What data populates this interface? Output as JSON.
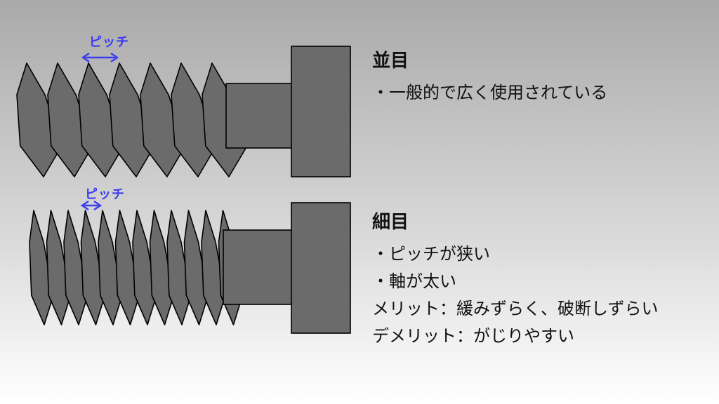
{
  "coarse": {
    "pitch_label": "ピッチ",
    "title": "並目",
    "lines": [
      "・一般的で広く使用されている"
    ]
  },
  "fine": {
    "pitch_label": "ピッチ",
    "title": "細目",
    "lines": [
      "・ピッチが狭い",
      "・軸が太い",
      "メリット：緩みずらく、破断しずらい",
      "デメリット：がじりやすい"
    ]
  },
  "colors": {
    "bolt_fill": "#6b6b6b",
    "outline": "#000000",
    "pitch_arrow": "#3b3bf0",
    "text": "#111111"
  }
}
